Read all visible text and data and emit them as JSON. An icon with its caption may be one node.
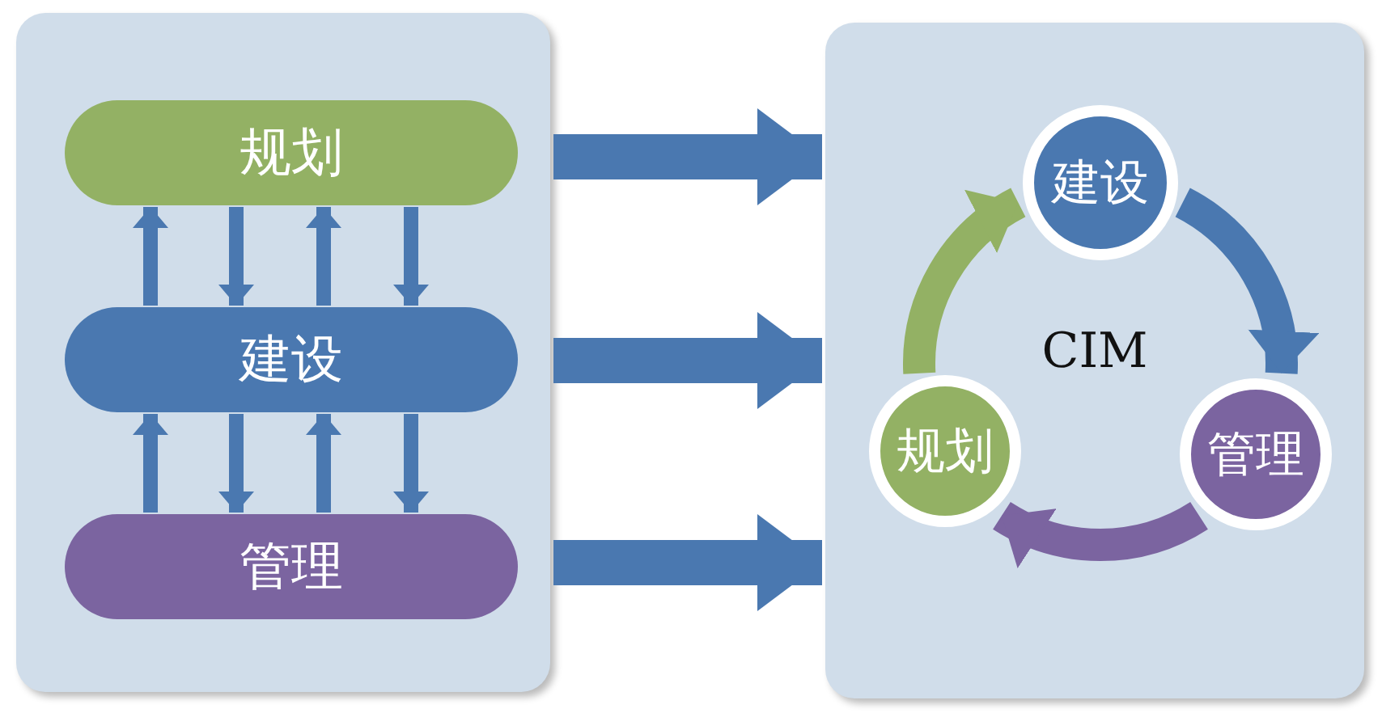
{
  "diagram": {
    "nodes": [
      {
        "text": [],
        "shape": "box"
      },
      {
        "text": [
          "规划"
        ],
        "in": 0
      },
      {
        "text": [
          "建设"
        ],
        "in": 0
      },
      {
        "text": [
          "管理"
        ],
        "in": 0
      },
      {
        "text": [
          "CIM"
        ]
      },
      {
        "text": [
          "建设"
        ],
        "in": 4
      },
      {
        "text": [
          "管理"
        ],
        "in": 4
      },
      {
        "text": [
          "规划"
        ],
        "in": 4
      }
    ],
    "edges": [
      {
        "from": 2,
        "to": 1,
        "arrow": "to"
      },
      {
        "from": 1,
        "to": 2,
        "arrow": "to"
      },
      {
        "from": 2,
        "to": 1,
        "arrow": "to"
      },
      {
        "from": 1,
        "to": 2,
        "arrow": "to"
      },
      {
        "from": 3,
        "to": 2,
        "arrow": "to"
      },
      {
        "from": 2,
        "to": 3,
        "arrow": "to"
      },
      {
        "from": 3,
        "to": 2,
        "arrow": "to"
      },
      {
        "from": 2,
        "to": 3,
        "arrow": "to"
      },
      {
        "from": 0,
        "to": 4,
        "arrow": "to",
        "style": "thick"
      },
      {
        "from": 0,
        "to": 4,
        "arrow": "to",
        "style": "thick"
      },
      {
        "from": 0,
        "to": 4,
        "arrow": "to",
        "style": "thick"
      },
      {
        "from": 5,
        "to": 6,
        "arrow": "to",
        "style": "thick"
      },
      {
        "from": 6,
        "to": 7,
        "arrow": "to",
        "style": "thick",
        "color": "#7b64a0"
      },
      {
        "from": 7,
        "to": 5,
        "arrow": "to",
        "style": "thick",
        "color": "#93b164"
      }
    ]
  }
}
